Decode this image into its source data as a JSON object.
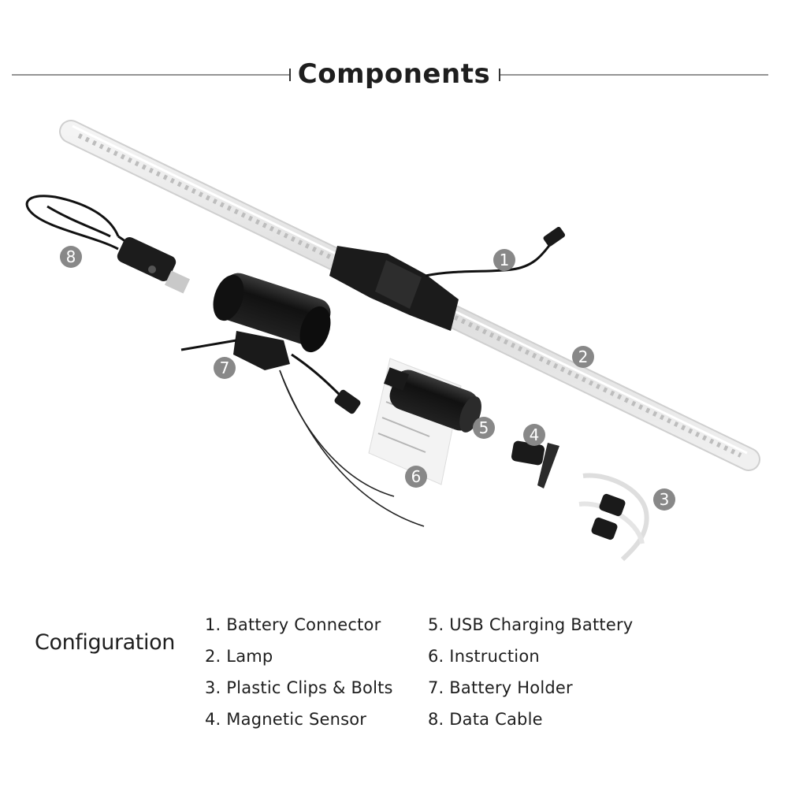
{
  "header": {
    "title": "Components"
  },
  "badges": [
    "1",
    "2",
    "3",
    "4",
    "5",
    "6",
    "7",
    "8"
  ],
  "configuration": {
    "label": "Configuration",
    "items": [
      "1. Battery Connector",
      "2. Lamp",
      "3. Plastic Clips & Bolts",
      "4. Magnetic Sensor",
      "5. USB Charging Battery",
      "6. Instruction",
      "7. Battery Holder",
      "8. Data Cable"
    ]
  },
  "colors": {
    "badge": "#888888",
    "text": "#1e1e1e",
    "component": "#1a1a1a"
  }
}
